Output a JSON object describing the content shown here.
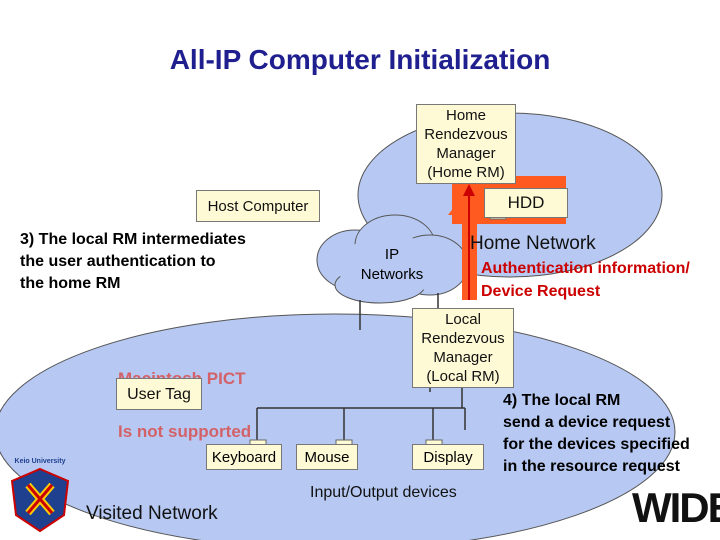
{
  "title": "All-IP Computer Initialization",
  "home_rm": [
    "Home",
    "Rendezvous",
    "Manager",
    "(Home RM)"
  ],
  "hdd": "HDD",
  "host_computer": "Host Computer",
  "home_network": "Home Network",
  "ip_networks": [
    "IP",
    "Networks"
  ],
  "step3": [
    "3) The local RM intermediates",
    "the user authentication to",
    "the home RM"
  ],
  "auth": [
    "Authentication information/",
    "Device Request"
  ],
  "local_rm": [
    "Local",
    "Rendezvous",
    "Manager",
    "(Local RM)"
  ],
  "user_tag": "User Tag",
  "mac_pict": [
    "Macintosh PICT",
    "Is not supported"
  ],
  "devices": [
    "Keyboard",
    "Mouse",
    "Display"
  ],
  "io_devices": "Input/Output devices",
  "step4": [
    "4) The local RM",
    "send a device request",
    "for the devices specified",
    "in the resource request"
  ],
  "visited_network": "Visited Network",
  "university": "Keio University",
  "logo": "WIDE",
  "colors": {
    "title": "#1f1f8f",
    "network": "#b7c9f2",
    "box": "#fffad6",
    "arrow": "#ff5a1f",
    "auth": "#cc0000"
  }
}
